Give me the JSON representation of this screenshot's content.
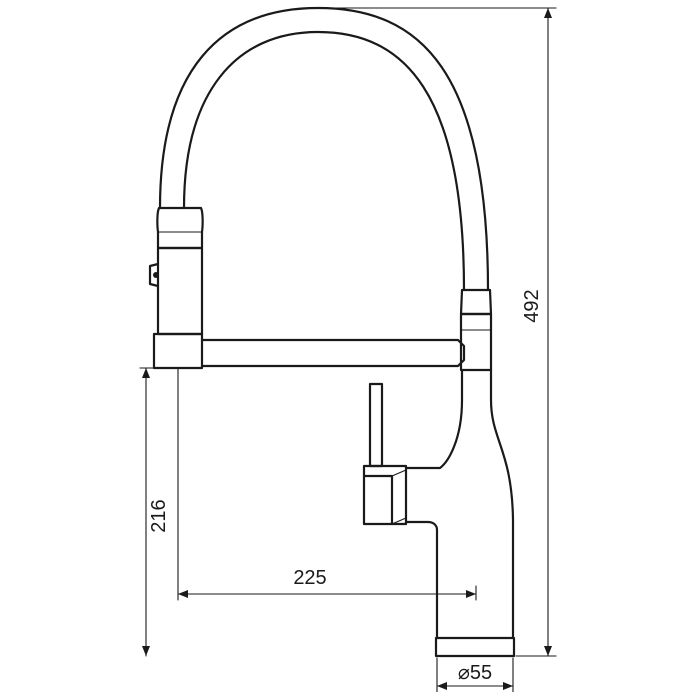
{
  "drawing": {
    "dimensions": {
      "overall_height": "492",
      "spout_height": "216",
      "reach": "225",
      "base_diameter_symbol": "⌀",
      "base_diameter": "55"
    }
  }
}
